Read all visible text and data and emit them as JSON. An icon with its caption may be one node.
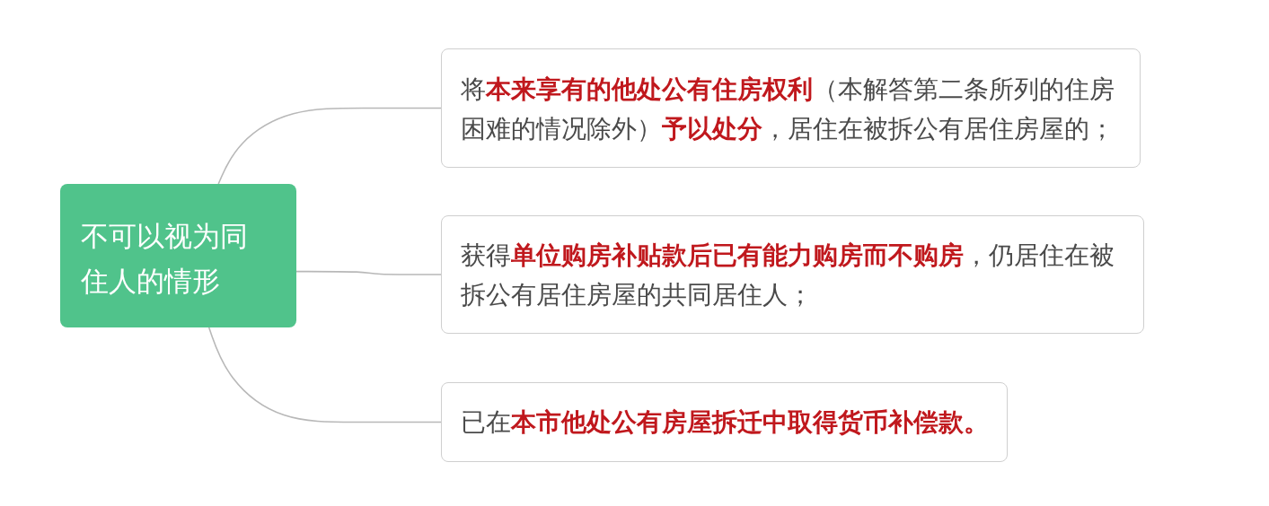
{
  "diagram": {
    "nodes": [
      {
        "text": [
          "不可以视为同住人的情形"
        ]
      },
      {
        "text": [
          "将**本来享有的他处公有住房权利**（本解答第二条所列的住房困难的情况除外）**予以处分**，居住在被拆公有居住房屋的；"
        ]
      },
      {
        "text": [
          "获得**单位购房补贴款后已有能力购房而不购房**，仍居住在被拆公有居住房屋的共同居住人；"
        ]
      },
      {
        "text": [
          "已在**本市他处公有房屋拆迁中取得货币补偿款。**"
        ]
      }
    ],
    "edges": [
      {
        "from": 0,
        "to": 1,
        "arrow": "none"
      },
      {
        "from": 0,
        "to": 2,
        "arrow": "none"
      },
      {
        "from": 0,
        "to": 3,
        "arrow": "none"
      }
    ]
  }
}
